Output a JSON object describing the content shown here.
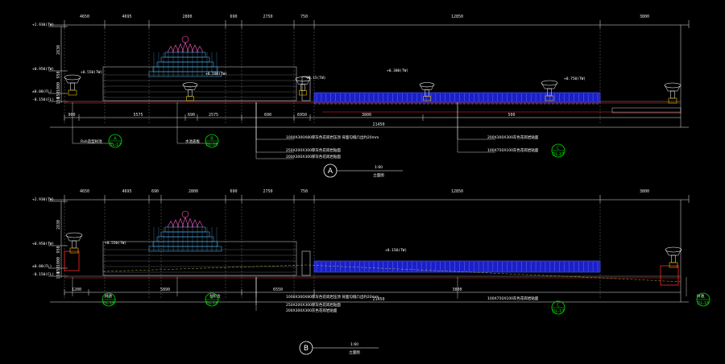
{
  "sections": [
    {
      "id": "A",
      "top_dims": [
        "4650",
        "4695",
        "2800",
        "690",
        "2750",
        "750",
        "12850",
        "3800"
      ],
      "levels": [
        "+2.930(TW)",
        "+0.950(TW)",
        "±0.00(FL)",
        "-0.150(FL)"
      ],
      "left_dims": [
        "2830",
        "950",
        "1000",
        "850",
        "150"
      ],
      "mid_labels": [
        "+0.550(TW)",
        "+0.100(TW)",
        "+0.15(TW)",
        "+0.300(TW)",
        "+0.750(TW)"
      ],
      "bottom_dims": [
        "900",
        "5575",
        "690",
        "2575",
        "690",
        "6950",
        "3800",
        "500"
      ],
      "total": "21450",
      "notes": [
        "Rxh造型树池",
        "水池盖板",
        "1000X300X80厚灰色花岗岩压顶 背面勾缝凸出约20mm",
        "250X200X300厚灰色花岗岩贴面",
        "200X300X300厚灰色花岗岩贴面",
        "200X300X300灰色花岗岩贴面",
        "100X750X100灰色花岗岩贴面"
      ],
      "callouts": [
        {
          "letter": "A",
          "ref": "DL-17"
        },
        {
          "letter": "B",
          "ref": "DL-16"
        },
        {
          "letter": "C",
          "ref": "DL-17"
        }
      ],
      "title_letter": "A",
      "scale": "1:60",
      "title": "立面图"
    },
    {
      "id": "B",
      "top_dims": [
        "4650",
        "4695",
        "690",
        "2800",
        "690",
        "2750",
        "750",
        "12850",
        "3800"
      ],
      "levels": [
        "+2.930(TW)",
        "+0.950(TW)",
        "±0.00(FL)",
        "-0.150(FL)"
      ],
      "left_dims": [
        "2830",
        "950",
        "1000",
        "850",
        "150"
      ],
      "mid_labels": [
        "+0.550(TW)",
        "+0.150(TW)"
      ],
      "bottom_dims": [
        "1200",
        "5890",
        "6550",
        "3800"
      ],
      "total": "21450",
      "notes": [
        "1000X300X80厚灰色花岗岩压顶 背面勾缝凸出约20mm",
        "250X200X300厚灰色花岗岩贴面",
        "200X300X300灰色花岗岩贴面",
        "100X750X100灰色花岗岩贴面",
        "树池",
        "台阶边",
        "树池"
      ],
      "callouts": [
        {
          "letter": "A",
          "ref": "DL-18"
        },
        {
          "letter": "B",
          "ref": "DL-18"
        },
        {
          "letter": "C",
          "ref": "DL-17"
        },
        {
          "letter": "A",
          "ref": "DL-18"
        }
      ],
      "title_letter": "B",
      "scale": "1:60",
      "title": "立面图"
    }
  ],
  "colors": {
    "background": "#000000",
    "frame": "#ffffff",
    "dimension": "#e6e6e6",
    "wall": "#9a9a9a",
    "water_fill": "#1b1fc8",
    "water_edge": "#4a5cff",
    "pond_line": "#ff2a2a",
    "sculpture": "#4aa0d8",
    "lotus": "#ff5cc8",
    "guide_dashed": "#d8d84a",
    "callout": "#00e000",
    "leader": "#ffffff"
  }
}
